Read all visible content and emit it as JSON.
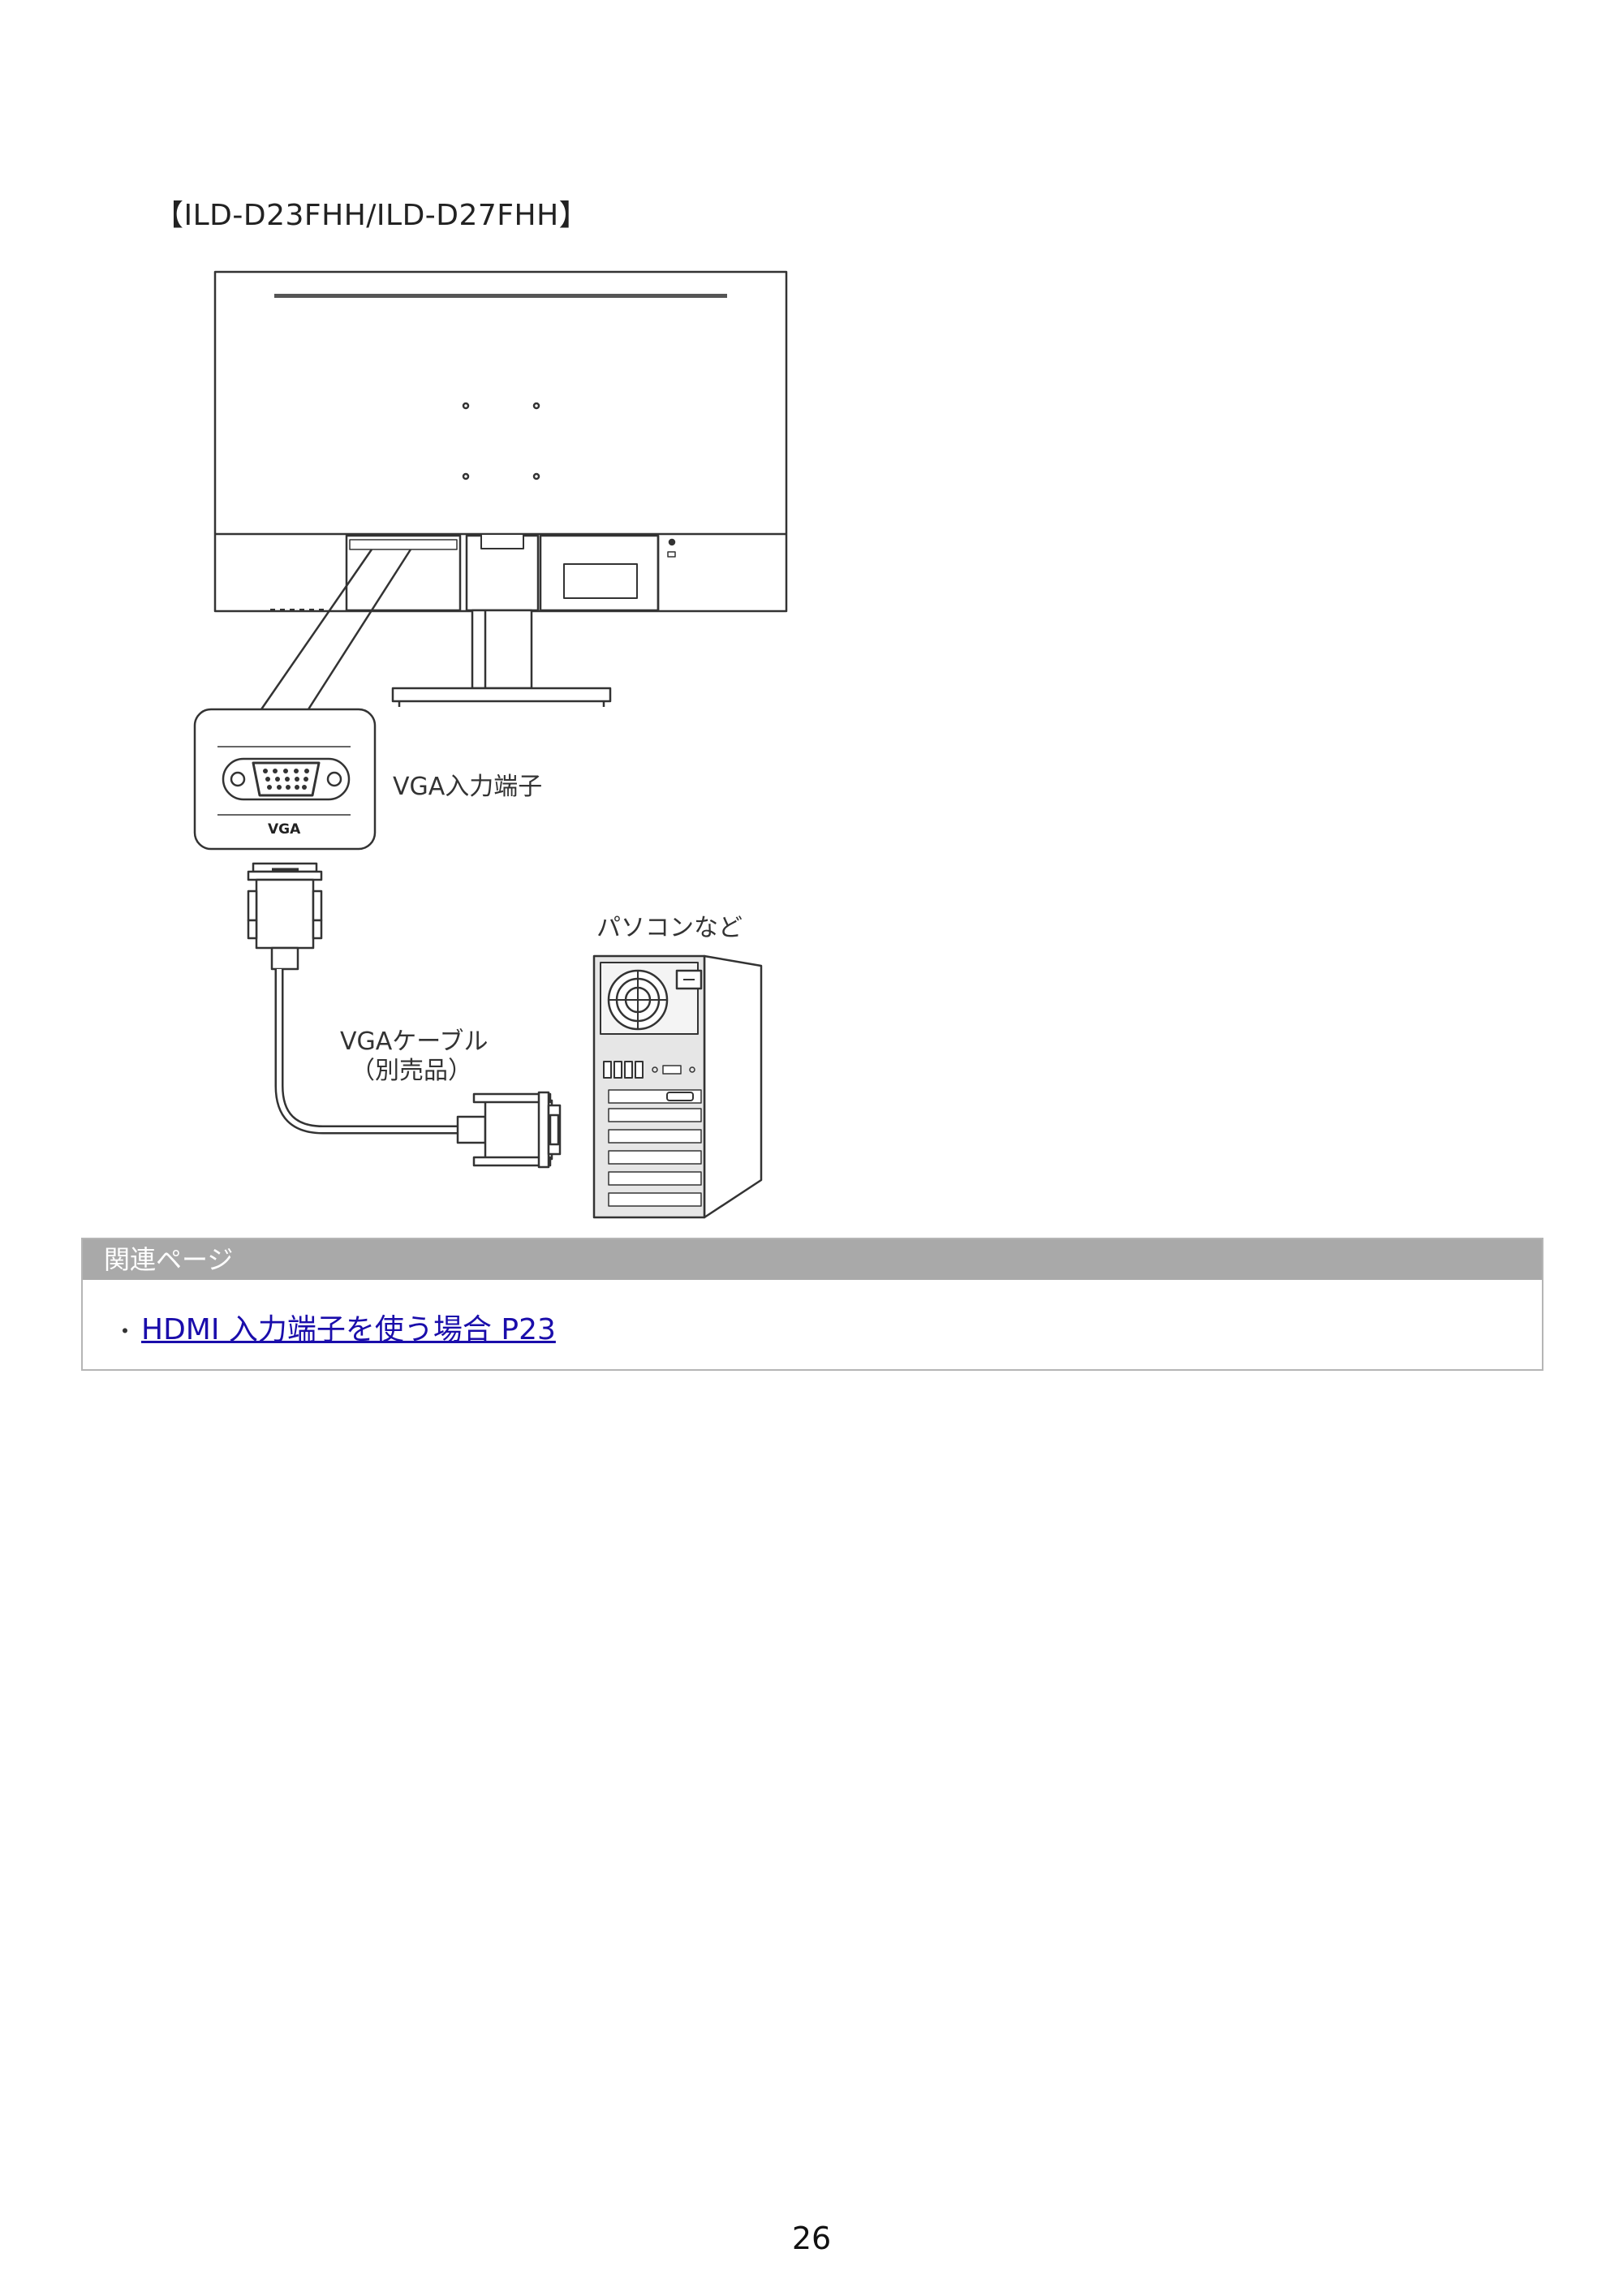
{
  "heading": "【ILD-D23FHH/ILD-D27FHH】",
  "figure": {
    "port_label": "VGA入力端子",
    "connector_label": "VGA",
    "pc_label": "パソコンなど",
    "cable_label_line1": "VGAケーブル",
    "cable_label_line2": "（別売品）",
    "icons": [
      "monitor-back-icon",
      "vga-port-icon",
      "vga-plug-icon",
      "pc-tower-icon"
    ]
  },
  "related": {
    "title": "関連ページ",
    "bullet": "・",
    "items": [
      {
        "label": "HDMI 入力端子を使う場合 P23"
      }
    ]
  },
  "page_number": "26"
}
